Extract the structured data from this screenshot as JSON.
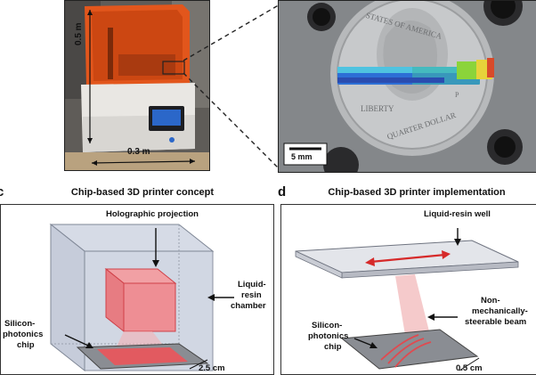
{
  "panel_a": {
    "dim_height": "0.5 m",
    "dim_width": "0.3 m"
  },
  "panel_b": {
    "scale_label": "5 mm",
    "coin_top": "STATES OF AMERICA",
    "coin_liberty": "LIBERTY",
    "coin_bottom": "QUARTER DOLLAR",
    "coin_mint": "P"
  },
  "panel_c": {
    "letter": "c",
    "title": "Chip-based 3D printer concept",
    "holo_label": "Holographic projection",
    "resin_label_1": "Liquid-",
    "resin_label_2": "resin",
    "resin_label_3": "chamber",
    "chip_label_1": "Silicon-",
    "chip_label_2": "photonics",
    "chip_label_3": "chip",
    "dim_label": "2.5 cm"
  },
  "panel_d": {
    "letter": "d",
    "title": "Chip-based 3D printer implementation",
    "well_label": "Liquid-resin well",
    "beam_label_1": "Non-",
    "beam_label_2": "mechanically-",
    "beam_label_3": "steerable beam",
    "chip_label_1": "Silicon-",
    "chip_label_2": "photonics",
    "chip_label_3": "chip",
    "dim_label": "0.5 cm"
  }
}
